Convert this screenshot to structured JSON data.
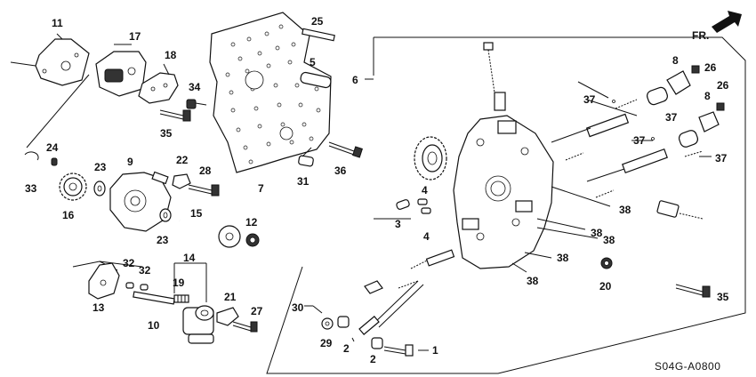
{
  "diagram": {
    "code": "S04G-A0800",
    "direction_label": "FR.",
    "callouts": [
      {
        "id": "c11",
        "text": "11"
      },
      {
        "id": "c17",
        "text": "17"
      },
      {
        "id": "c18",
        "text": "18"
      },
      {
        "id": "c25",
        "text": "25"
      },
      {
        "id": "c5",
        "text": "5"
      },
      {
        "id": "c6",
        "text": "6"
      },
      {
        "id": "c34",
        "text": "34"
      },
      {
        "id": "c35a",
        "text": "35"
      },
      {
        "id": "c24",
        "text": "24"
      },
      {
        "id": "c33",
        "text": "33"
      },
      {
        "id": "c9",
        "text": "9"
      },
      {
        "id": "c22",
        "text": "22"
      },
      {
        "id": "c28",
        "text": "28"
      },
      {
        "id": "c23a",
        "text": "23"
      },
      {
        "id": "c16",
        "text": "16"
      },
      {
        "id": "c23b",
        "text": "23"
      },
      {
        "id": "c15",
        "text": "15"
      },
      {
        "id": "c12",
        "text": "12"
      },
      {
        "id": "c7",
        "text": "7"
      },
      {
        "id": "c31",
        "text": "31"
      },
      {
        "id": "c36",
        "text": "36"
      },
      {
        "id": "c14",
        "text": "14"
      },
      {
        "id": "c32a",
        "text": "32"
      },
      {
        "id": "c32b",
        "text": "32"
      },
      {
        "id": "c19",
        "text": "19"
      },
      {
        "id": "c13",
        "text": "13"
      },
      {
        "id": "c10",
        "text": "10"
      },
      {
        "id": "c21",
        "text": "21"
      },
      {
        "id": "c27",
        "text": "27"
      },
      {
        "id": "c30",
        "text": "30"
      },
      {
        "id": "c29",
        "text": "29"
      },
      {
        "id": "c2a",
        "text": "2"
      },
      {
        "id": "c2b",
        "text": "2"
      },
      {
        "id": "c1",
        "text": "1"
      },
      {
        "id": "c3",
        "text": "3"
      },
      {
        "id": "c4a",
        "text": "4"
      },
      {
        "id": "c4b",
        "text": "4"
      },
      {
        "id": "c8a",
        "text": "8"
      },
      {
        "id": "c26a",
        "text": "26"
      },
      {
        "id": "c8b",
        "text": "8"
      },
      {
        "id": "c26b",
        "text": "26"
      },
      {
        "id": "c37a",
        "text": "37"
      },
      {
        "id": "c37b",
        "text": "37"
      },
      {
        "id": "c37c",
        "text": "37"
      },
      {
        "id": "c37d",
        "text": "37"
      },
      {
        "id": "c38a",
        "text": "38"
      },
      {
        "id": "c38b",
        "text": "38"
      },
      {
        "id": "c38c",
        "text": "38"
      },
      {
        "id": "c38d",
        "text": "38"
      },
      {
        "id": "c38e",
        "text": "38"
      },
      {
        "id": "c20",
        "text": "20"
      },
      {
        "id": "c35b",
        "text": "35"
      }
    ]
  }
}
